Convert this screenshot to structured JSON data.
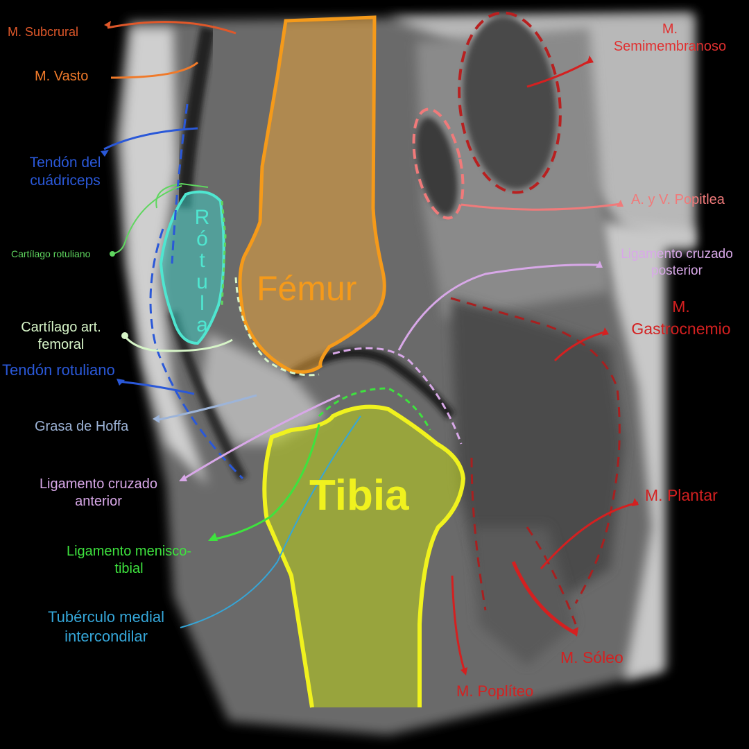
{
  "labels": {
    "subcrural": "M. Subcrural",
    "vasto": "M. Vasto",
    "tendon_quad_1": "Tendón del",
    "tendon_quad_2": "cuádriceps",
    "cartilago_rotuliano": "Cartílago rotuliano",
    "cart_art_1": "Cartílago art.",
    "cart_art_2": "femoral",
    "tendon_rotuliano": "Tendón rotuliano",
    "grasa_hoffa": "Grasa de Hoffa",
    "lca_1": "Ligamento cruzado",
    "lca_2": "anterior",
    "lig_menisco_1": "Ligamento menisco-",
    "lig_menisco_2": "tibial",
    "tuberculo_1": "Tubérculo medial",
    "tuberculo_2": "intercondilar",
    "semimem_1": "M.",
    "semimem_2": "Semimembranoso",
    "popitlea": "A. y V. Popitlea",
    "lcp_1": "Ligamento cruzado",
    "lcp_2": "posterior",
    "gastro_1": "M.",
    "gastro_2": "Gastrocnemio",
    "plantar": "M. Plantar",
    "soleo": "M. Sóleo",
    "popliteo": "M. Poplíteo",
    "femur": "Fémur",
    "tibia": "Tibia",
    "rotula": "Rótula"
  },
  "colors": {
    "orange_red": "#e0582a",
    "orange": "#f07a2a",
    "blue": "#2a58d8",
    "green": "#5fd65f",
    "light_green": "#d7f5c8",
    "steel_blue": "#9db4d8",
    "violet": "#d8a8e8",
    "bright_green": "#3ee33e",
    "cyan_blue": "#35a6d8",
    "red": "#d42020",
    "salmon": "#f07a7a",
    "femur_fill": "#e8a33a",
    "femur_outline": "#f59a1a",
    "tibia_fill": "#c6d62a",
    "tibia_outline": "#f0f21e",
    "patella": "#4fe6d0"
  }
}
